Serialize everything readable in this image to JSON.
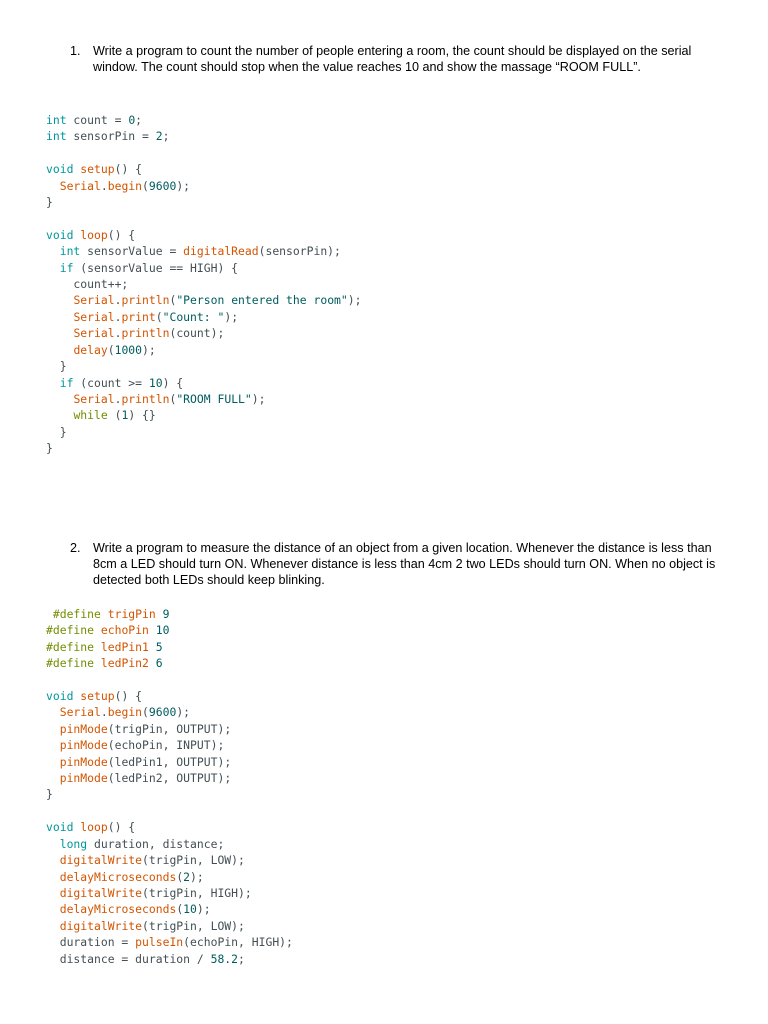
{
  "question1": {
    "number": "1.",
    "text": "Write a program to count the number of people entering a room, the count should be displayed on the serial window. The count should stop when the value reaches 10 and show the massage “ROOM FULL”."
  },
  "code1": {
    "lines": [
      [
        [
          "kw",
          "int"
        ],
        [
          "plain",
          " count = "
        ],
        [
          "num-lit",
          "0"
        ],
        [
          "plain",
          ";"
        ]
      ],
      [
        [
          "kw",
          "int"
        ],
        [
          "plain",
          " sensorPin = "
        ],
        [
          "num-lit",
          "2"
        ],
        [
          "plain",
          ";"
        ]
      ],
      [],
      [
        [
          "kw",
          "void"
        ],
        [
          "plain",
          " "
        ],
        [
          "fn",
          "setup"
        ],
        [
          "plain",
          "() {"
        ]
      ],
      [
        [
          "plain",
          "  "
        ],
        [
          "fn",
          "Serial"
        ],
        [
          "plain",
          "."
        ],
        [
          "fn",
          "begin"
        ],
        [
          "plain",
          "("
        ],
        [
          "num-lit",
          "9600"
        ],
        [
          "plain",
          ");"
        ]
      ],
      [
        [
          "plain",
          "}"
        ]
      ],
      [],
      [
        [
          "kw",
          "void"
        ],
        [
          "plain",
          " "
        ],
        [
          "fn",
          "loop"
        ],
        [
          "plain",
          "() {"
        ]
      ],
      [
        [
          "plain",
          "  "
        ],
        [
          "kw",
          "int"
        ],
        [
          "plain",
          " sensorValue = "
        ],
        [
          "fn",
          "digitalRead"
        ],
        [
          "plain",
          "(sensorPin);"
        ]
      ],
      [
        [
          "plain",
          "  "
        ],
        [
          "kw",
          "if"
        ],
        [
          "plain",
          " (sensorValue == HIGH) {"
        ]
      ],
      [
        [
          "plain",
          "    count++;"
        ]
      ],
      [
        [
          "plain",
          "    "
        ],
        [
          "fn",
          "Serial"
        ],
        [
          "plain",
          "."
        ],
        [
          "fn",
          "println"
        ],
        [
          "plain",
          "("
        ],
        [
          "str",
          "\"Person entered the room\""
        ],
        [
          "plain",
          ");"
        ]
      ],
      [
        [
          "plain",
          "    "
        ],
        [
          "fn",
          "Serial"
        ],
        [
          "plain",
          "."
        ],
        [
          "fn",
          "print"
        ],
        [
          "plain",
          "("
        ],
        [
          "str",
          "\"Count: \""
        ],
        [
          "plain",
          ");"
        ]
      ],
      [
        [
          "plain",
          "    "
        ],
        [
          "fn",
          "Serial"
        ],
        [
          "plain",
          "."
        ],
        [
          "fn",
          "println"
        ],
        [
          "plain",
          "(count);"
        ]
      ],
      [
        [
          "plain",
          "    "
        ],
        [
          "fn",
          "delay"
        ],
        [
          "plain",
          "("
        ],
        [
          "num-lit",
          "1000"
        ],
        [
          "plain",
          ");"
        ]
      ],
      [
        [
          "plain",
          "  }"
        ]
      ],
      [
        [
          "plain",
          "  "
        ],
        [
          "kw",
          "if"
        ],
        [
          "plain",
          " (count >= "
        ],
        [
          "num-lit",
          "10"
        ],
        [
          "plain",
          ") {"
        ]
      ],
      [
        [
          "plain",
          "    "
        ],
        [
          "fn",
          "Serial"
        ],
        [
          "plain",
          "."
        ],
        [
          "fn",
          "println"
        ],
        [
          "plain",
          "("
        ],
        [
          "str",
          "\"ROOM FULL\""
        ],
        [
          "plain",
          ");"
        ]
      ],
      [
        [
          "plain",
          "    "
        ],
        [
          "pre",
          "while"
        ],
        [
          "plain",
          " ("
        ],
        [
          "num-lit",
          "1"
        ],
        [
          "plain",
          ") {}"
        ]
      ],
      [
        [
          "plain",
          "  }"
        ]
      ],
      [
        [
          "plain",
          "}"
        ]
      ]
    ]
  },
  "question2": {
    "number": "2.",
    "text": "Write a program to measure the distance of an object from a given location. Whenever the distance is less than 8cm a LED should turn ON. Whenever distance is less than 4cm 2 two LEDs should turn ON. When no object is detected both LEDs should keep blinking."
  },
  "code2": {
    "lines": [
      [
        [
          "plain",
          " "
        ],
        [
          "pre",
          "#define"
        ],
        [
          "plain",
          " "
        ],
        [
          "fn",
          "trigPin"
        ],
        [
          "plain",
          " "
        ],
        [
          "num-lit",
          "9"
        ]
      ],
      [
        [
          "pre",
          "#define"
        ],
        [
          "plain",
          " "
        ],
        [
          "fn",
          "echoPin"
        ],
        [
          "plain",
          " "
        ],
        [
          "num-lit",
          "10"
        ]
      ],
      [
        [
          "pre",
          "#define"
        ],
        [
          "plain",
          " "
        ],
        [
          "fn",
          "ledPin1"
        ],
        [
          "plain",
          " "
        ],
        [
          "num-lit",
          "5"
        ]
      ],
      [
        [
          "pre",
          "#define"
        ],
        [
          "plain",
          " "
        ],
        [
          "fn",
          "ledPin2"
        ],
        [
          "plain",
          " "
        ],
        [
          "num-lit",
          "6"
        ]
      ],
      [],
      [
        [
          "kw",
          "void"
        ],
        [
          "plain",
          " "
        ],
        [
          "fn",
          "setup"
        ],
        [
          "plain",
          "() {"
        ]
      ],
      [
        [
          "plain",
          "  "
        ],
        [
          "fn",
          "Serial"
        ],
        [
          "plain",
          "."
        ],
        [
          "fn",
          "begin"
        ],
        [
          "plain",
          "("
        ],
        [
          "num-lit",
          "9600"
        ],
        [
          "plain",
          ");"
        ]
      ],
      [
        [
          "plain",
          "  "
        ],
        [
          "fn",
          "pinMode"
        ],
        [
          "plain",
          "(trigPin, OUTPUT);"
        ]
      ],
      [
        [
          "plain",
          "  "
        ],
        [
          "fn",
          "pinMode"
        ],
        [
          "plain",
          "(echoPin, INPUT);"
        ]
      ],
      [
        [
          "plain",
          "  "
        ],
        [
          "fn",
          "pinMode"
        ],
        [
          "plain",
          "(ledPin1, OUTPUT);"
        ]
      ],
      [
        [
          "plain",
          "  "
        ],
        [
          "fn",
          "pinMode"
        ],
        [
          "plain",
          "(ledPin2, OUTPUT);"
        ]
      ],
      [
        [
          "plain",
          "}"
        ]
      ],
      [],
      [
        [
          "kw",
          "void"
        ],
        [
          "plain",
          " "
        ],
        [
          "fn",
          "loop"
        ],
        [
          "plain",
          "() {"
        ]
      ],
      [
        [
          "plain",
          "  "
        ],
        [
          "kw",
          "long"
        ],
        [
          "plain",
          " duration, distance;"
        ]
      ],
      [
        [
          "plain",
          "  "
        ],
        [
          "fn",
          "digitalWrite"
        ],
        [
          "plain",
          "(trigPin, LOW);"
        ]
      ],
      [
        [
          "plain",
          "  "
        ],
        [
          "fn",
          "delayMicroseconds"
        ],
        [
          "plain",
          "("
        ],
        [
          "num-lit",
          "2"
        ],
        [
          "plain",
          ");"
        ]
      ],
      [
        [
          "plain",
          "  "
        ],
        [
          "fn",
          "digitalWrite"
        ],
        [
          "plain",
          "(trigPin, HIGH);"
        ]
      ],
      [
        [
          "plain",
          "  "
        ],
        [
          "fn",
          "delayMicroseconds"
        ],
        [
          "plain",
          "("
        ],
        [
          "num-lit",
          "10"
        ],
        [
          "plain",
          ");"
        ]
      ],
      [
        [
          "plain",
          "  "
        ],
        [
          "fn",
          "digitalWrite"
        ],
        [
          "plain",
          "(trigPin, LOW);"
        ]
      ],
      [
        [
          "plain",
          "  duration = "
        ],
        [
          "fn",
          "pulseIn"
        ],
        [
          "plain",
          "(echoPin, HIGH);"
        ]
      ],
      [
        [
          "plain",
          "  distance = duration / "
        ],
        [
          "num-lit",
          "58.2"
        ],
        [
          "plain",
          ";"
        ]
      ]
    ]
  }
}
